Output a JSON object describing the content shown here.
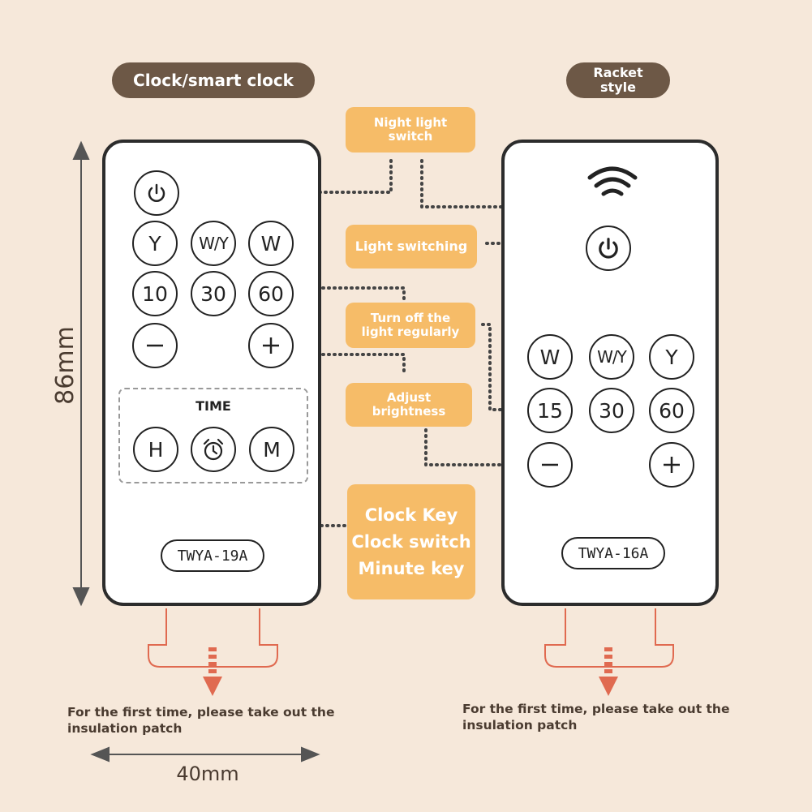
{
  "titles": {
    "left": "Clock/smart clock",
    "right": "Racket\nstyle"
  },
  "callouts": {
    "night_light": "Night light\nswitch",
    "light_switching": "Light switching",
    "turn_off": "Turn off the\nlight regularly",
    "adjust": "Adjust\nbrightness",
    "clock_key": "Clock Key",
    "clock_switch": "Clock switch",
    "minute_key": "Minute key"
  },
  "left_remote": {
    "row1": [
      "Y",
      "W/Y",
      "W"
    ],
    "row2": [
      "10",
      "30",
      "60"
    ],
    "time_label": "TIME",
    "time_keys": [
      "H",
      "M"
    ],
    "model": "TWYA-19A",
    "note": "For the first time, please take out the insulation patch"
  },
  "right_remote": {
    "row1": [
      "W",
      "W/Y",
      "Y"
    ],
    "row2": [
      "15",
      "30",
      "60"
    ],
    "model": "TWYA-16A",
    "note": "For the first time, please take out the\ninsulation patch"
  },
  "dimensions": {
    "height": "86mm",
    "width": "40mm"
  },
  "colors": {
    "background": "#f6e8da",
    "title_pill": "#6d5846",
    "callout": "#f6bc68",
    "insulation_patch": "#e06a50"
  },
  "icons": [
    "power-icon",
    "alarm-clock-icon",
    "minus-icon",
    "plus-icon",
    "wireless-signal-icon",
    "arrow-icon"
  ]
}
